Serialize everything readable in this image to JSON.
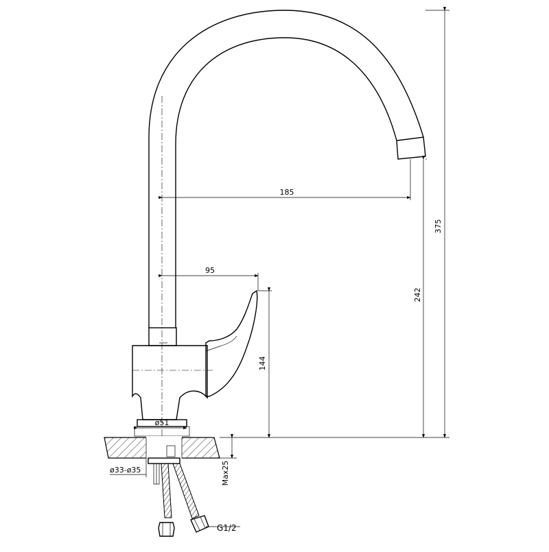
{
  "dimensions": {
    "total_height": "375",
    "spout_height": "242",
    "spout_reach": "185",
    "handle_reach": "95",
    "handle_height": "144",
    "base_diameter": "ø51",
    "hole_diameter": "ø33-ø35",
    "max_counter_thickness": "Max25",
    "thread": "G1/2"
  }
}
